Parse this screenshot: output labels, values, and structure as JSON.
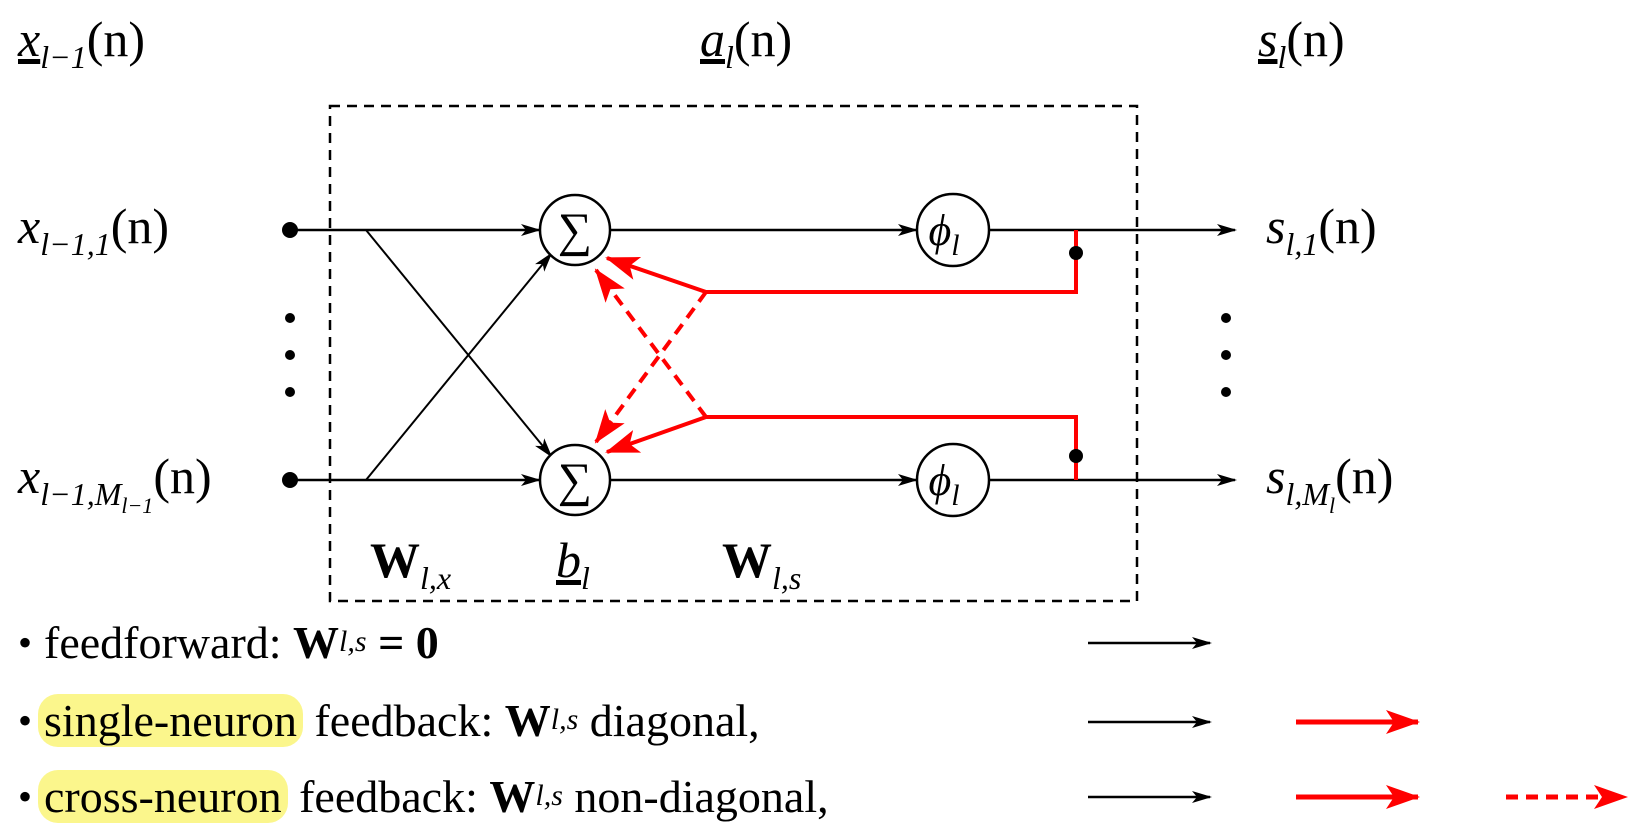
{
  "top_labels": {
    "input_vector": {
      "base": "x",
      "sub": "l−1",
      "arg": "(n)"
    },
    "activation_vector": {
      "base": "a",
      "sub": "l",
      "arg": "(n)"
    },
    "output_vector": {
      "base": "s",
      "sub": "l",
      "arg": "(n)"
    }
  },
  "inputs": [
    {
      "base": "x",
      "sub": "l−1,1",
      "arg": "(n)"
    },
    {
      "base": "x",
      "sub": "l−1,M",
      "subsub": "l−1",
      "arg": "(n)"
    }
  ],
  "outputs": [
    {
      "base": "s",
      "sub": "l,1",
      "arg": "(n)"
    },
    {
      "base": "s",
      "sub": "l,M",
      "subsub": "l",
      "arg": "(n)"
    }
  ],
  "nodes": {
    "sum_symbol": "∑",
    "activation_symbol": "ϕ",
    "activation_sub": "l"
  },
  "box_labels": {
    "input_weights": {
      "base": "W",
      "sub": "l,x"
    },
    "bias": {
      "base": "b",
      "sub": "l"
    },
    "feedback_weights": {
      "base": "W",
      "sub": "l,s"
    }
  },
  "legend": [
    {
      "bullet": "•",
      "highlight": "",
      "text": "feedforward: ",
      "math_base": "W",
      "math_sub": "l,s",
      "math_tail": " = 0",
      "arrows": [
        "feedforward"
      ]
    },
    {
      "bullet": "•",
      "highlight": "single-neuron",
      "text": " feedback: ",
      "math_base": "W",
      "math_sub": "l,s",
      "math_tail": " diagonal,",
      "arrows": [
        "feedforward",
        "single-neuron-feedback"
      ]
    },
    {
      "bullet": "•",
      "highlight": "cross-neuron",
      "text": " feedback: ",
      "math_base": "W",
      "math_sub": "l,s",
      "math_tail": " non-diagonal,",
      "arrows": [
        "feedforward",
        "single-neuron-feedback",
        "cross-neuron-feedback"
      ]
    }
  ],
  "colors": {
    "forward": "#000000",
    "feedback": "#ff0000",
    "highlight": "#fbf68c"
  }
}
